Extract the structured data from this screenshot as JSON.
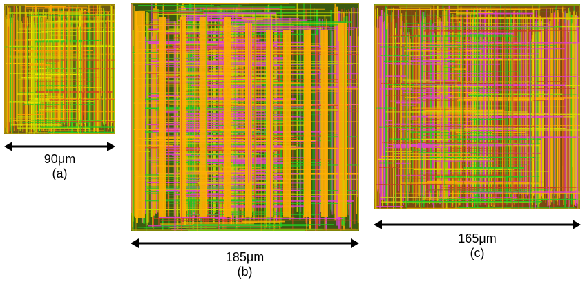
{
  "figure": {
    "panels": [
      {
        "id": "a",
        "dimension_label": "90μm",
        "caption": "(a)",
        "layers": {
          "background": "#6b5a12",
          "colors": [
            "#f0c000",
            "#c8d800",
            "#22c922",
            "#d44820",
            "#ff9f00",
            "#e8e800"
          ],
          "magenta_share": 0.0
        }
      },
      {
        "id": "b",
        "dimension_label": "185μm",
        "caption": "(b)",
        "layers": {
          "background": "#3a5a10",
          "colors": [
            "#ffb000",
            "#22c922",
            "#d44820",
            "#c8d800",
            "#e040d0"
          ],
          "magenta_share": 0.35
        }
      },
      {
        "id": "c",
        "dimension_label": "165μm",
        "caption": "(c)",
        "layers": {
          "background": "#7a4a10",
          "colors": [
            "#ffb000",
            "#d8e000",
            "#22c922",
            "#c04020",
            "#e040d0"
          ],
          "magenta_share": 0.15
        }
      }
    ]
  }
}
